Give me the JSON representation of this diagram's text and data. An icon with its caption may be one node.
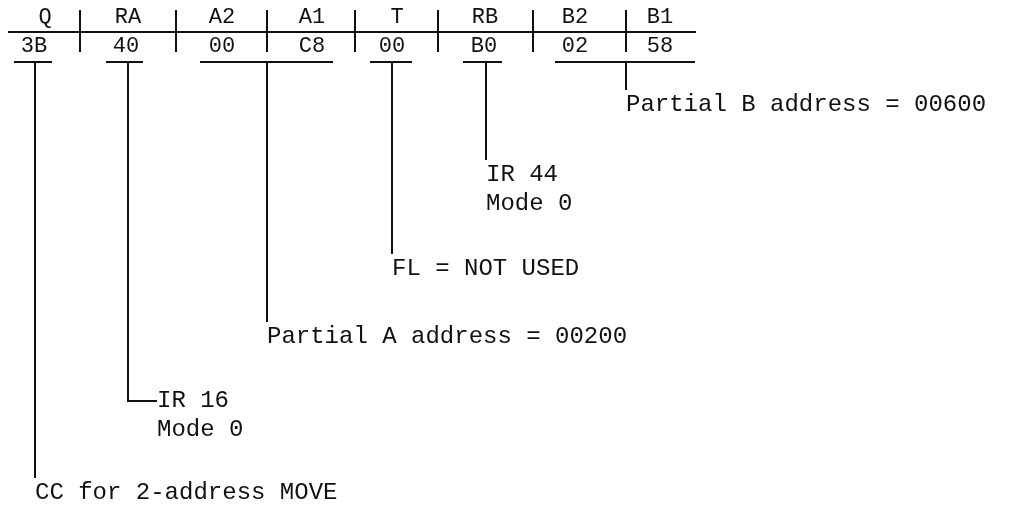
{
  "diagram": {
    "nodes": [
      {
        "text": [
          "3B"
        ]
      },
      {
        "text": [
          "40"
        ]
      },
      {
        "text": [
          "00",
          "C8"
        ]
      },
      {
        "text": [
          "00"
        ]
      },
      {
        "text": [
          "B0"
        ]
      },
      {
        "text": [
          "02",
          "58"
        ]
      },
      {
        "text": [
          "Partial B address = 00600"
        ]
      },
      {
        "text": [
          "IR 44 Mode 0"
        ]
      },
      {
        "text": [
          "FL = NOT USED"
        ]
      },
      {
        "text": [
          "Partial A address = 00200"
        ]
      },
      {
        "text": [
          "IR 16 Mode 0"
        ]
      },
      {
        "text": [
          "CC for 2-address MOVE"
        ]
      }
    ],
    "edges": [
      {
        "from": 6,
        "to": 5,
        "arrow": "none"
      },
      {
        "from": 7,
        "to": 4,
        "arrow": "none"
      },
      {
        "from": 8,
        "to": 3,
        "arrow": "none"
      },
      {
        "from": 9,
        "to": 2,
        "arrow": "none"
      },
      {
        "from": 10,
        "to": 1,
        "arrow": "none"
      },
      {
        "from": 11,
        "to": 0,
        "arrow": "none"
      }
    ],
    "labels": [
      "Q",
      "RA",
      "A2",
      "A1",
      "T",
      "RB",
      "B2",
      "B1"
    ]
  }
}
